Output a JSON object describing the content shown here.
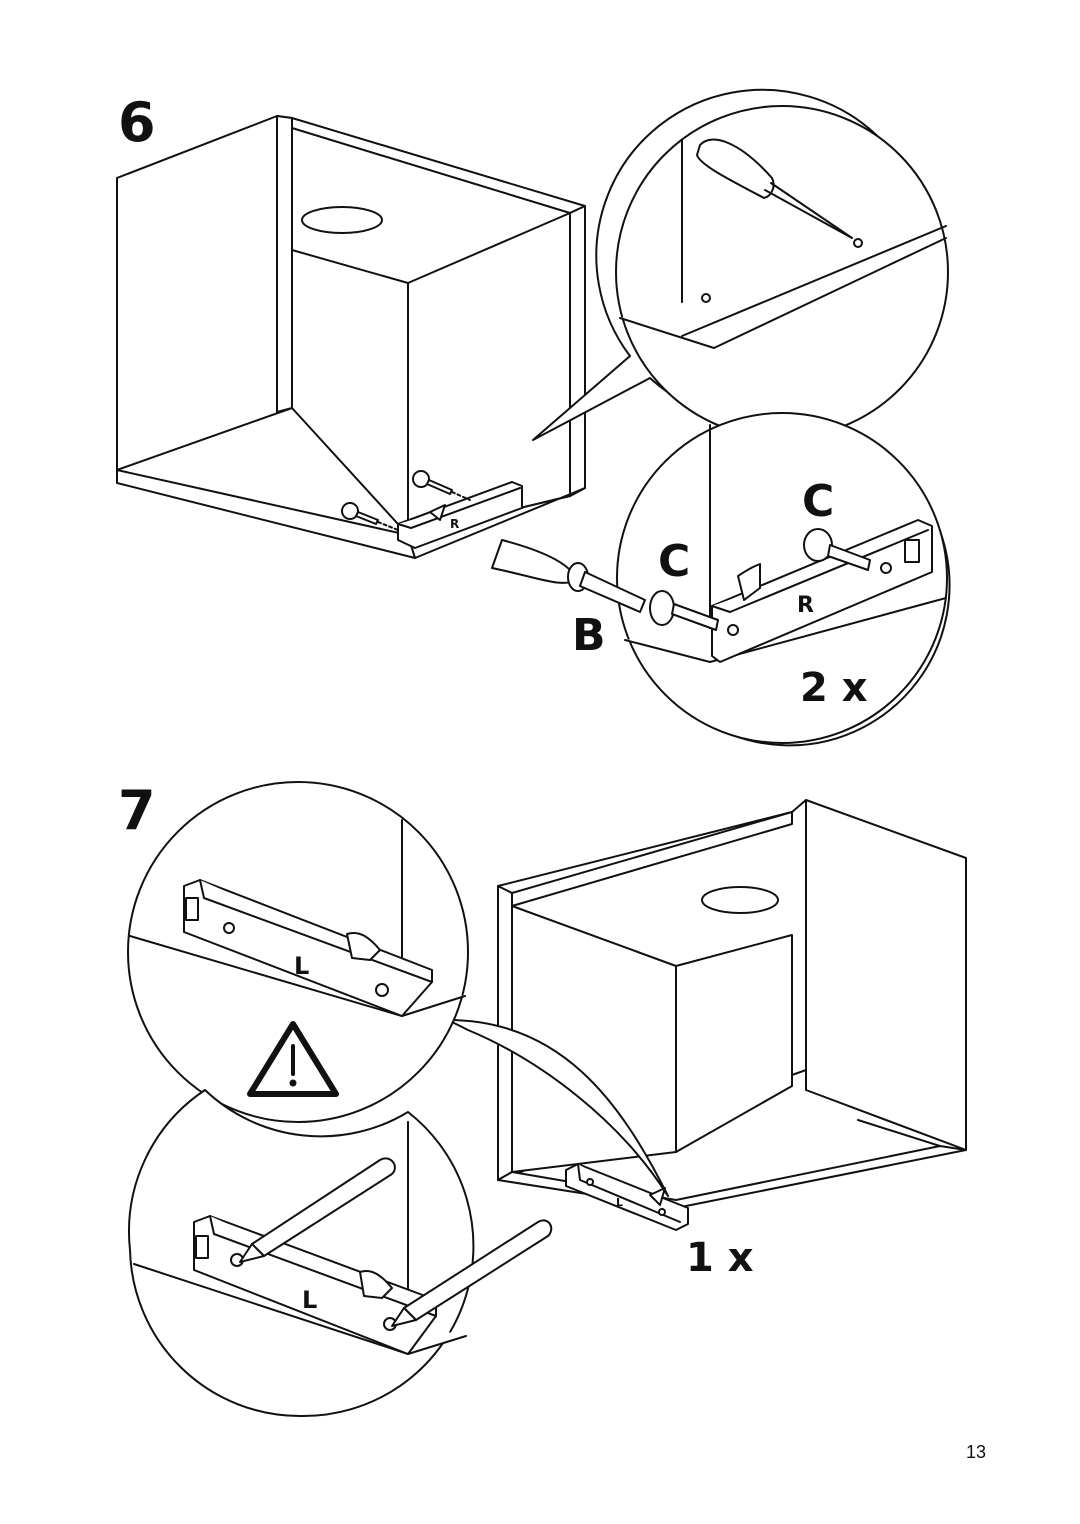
{
  "step6": {
    "number": "6",
    "part_c_upper": "C",
    "part_c_lower": "C",
    "part_b": "B",
    "count": "2 x",
    "rail_mark": "R"
  },
  "step7": {
    "number": "7",
    "count": "1 x",
    "rail_mark": "L"
  },
  "footer": {
    "page_number": "13"
  },
  "icons": [
    "cabinet-illustration",
    "awl-icon",
    "screwdriver-icon",
    "screw-icon",
    "mounting-rail",
    "warning-triangle-icon",
    "pencil-icon"
  ]
}
